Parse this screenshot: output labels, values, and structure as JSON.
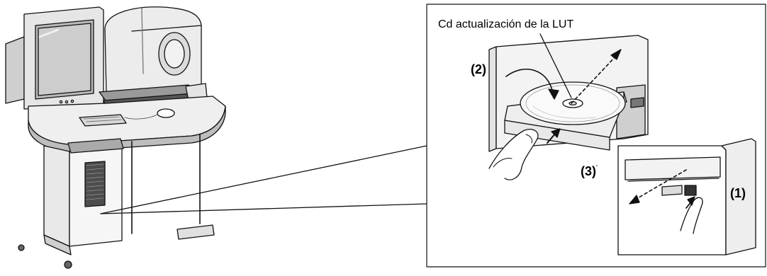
{
  "labels": {
    "cd_caption": "Cd actualización de la LUT",
    "step_1": "(1)",
    "step_2": "(2)",
    "step_3": "(3)",
    "step_3_mark": "'"
  },
  "colors": {
    "line": "#111111",
    "panel_gray": "#d9d9d9",
    "dark_gray": "#7a7a7a",
    "screen": "#bdbdbd"
  }
}
